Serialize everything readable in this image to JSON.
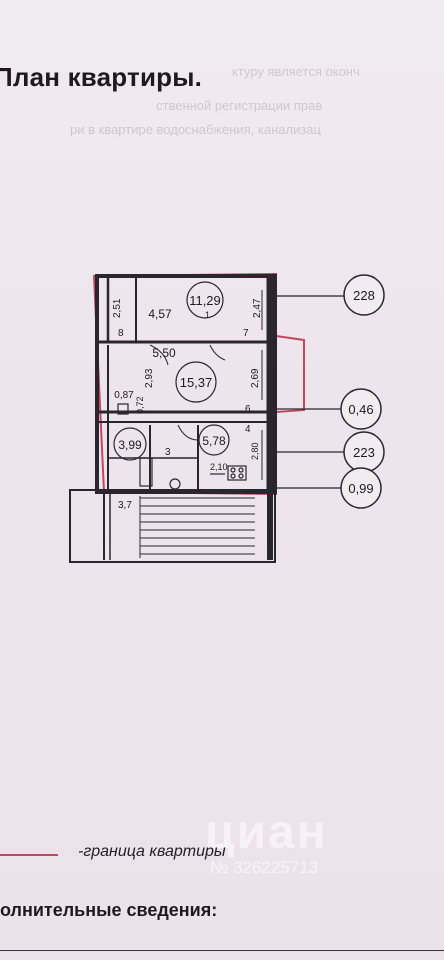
{
  "title": "План квартиры.",
  "background_text": {
    "line1": "ктуру является оконч",
    "line2": "ственной регистрации прав",
    "line3": "ри в квартире водоснабжения, канализац"
  },
  "plan": {
    "area_labels": {
      "room_small": "4,57",
      "room_top": "11,29",
      "corridor": "5,50",
      "room_main": "15,37",
      "bath": "3,99",
      "kitchen": "5,78",
      "closet": "0,87"
    },
    "dimension_labels": {
      "d1": "2,51",
      "d2": "2,47",
      "d3": "2,93",
      "d4": "2,69",
      "d5": "0,72",
      "d6": "2,80",
      "d7": "2,10",
      "d8": "3,7"
    },
    "room_numbers": {
      "n8": "8",
      "n7": "7",
      "n6": "6",
      "n4": "4",
      "n3": "3",
      "n1": "1"
    },
    "callouts": [
      "228",
      "0,46",
      "223",
      "0,99"
    ]
  },
  "legend": {
    "text": "-граница квартиры",
    "line_color": "#c0485e"
  },
  "extra_heading": "олнительные сведения:",
  "watermark": {
    "brand": "циан",
    "id": "№ 326225713"
  },
  "colors": {
    "wall": "#2a2630",
    "boundary": "#c0485e"
  }
}
